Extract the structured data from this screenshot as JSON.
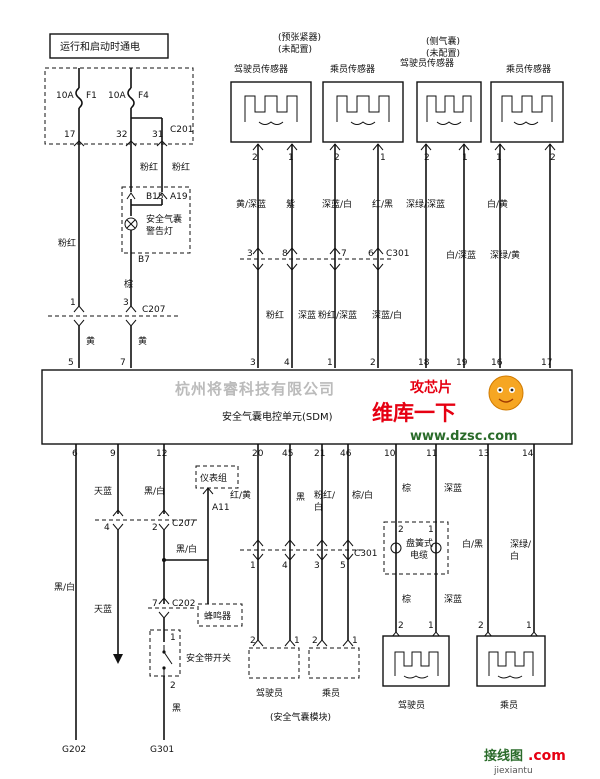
{
  "top_left": {
    "power_label": "运行和启动时通电",
    "fuse1_amp": "10A",
    "fuse1_name": "F1",
    "fuse2_amp": "10A",
    "fuse2_name": "F4",
    "pin17": "17",
    "pin32": "32",
    "pin31": "31",
    "conn_c201": "C201",
    "wire_pink_a": "粉红",
    "wire_pink_b": "粉红",
    "wire_pink_c": "粉红",
    "lamp_pin_b15": "B15",
    "lamp_pin_a19": "A19",
    "lamp_label_1": "安全气囊",
    "lamp_label_2": "警告灯",
    "lamp_pin_b7": "B7",
    "wire_brown": "棕",
    "c207_pin1": "1",
    "c207_pin3": "3",
    "conn_c207": "C207",
    "wire_yellow_a": "黄",
    "wire_yellow_b": "黄",
    "sdm_pin5": "5",
    "sdm_pin7": "7"
  },
  "sensors": {
    "pretensioner_1": "(预张紧器)",
    "pretensioner_2": "(未配置)",
    "sideair_1": "(侧气囊)",
    "sideair_2": "(未配置)",
    "s1": "驾驶员传感器",
    "s2": "乘员传感器",
    "s3": "驾驶员传感器",
    "s4": "乘员传感器",
    "pin_2": "2",
    "pin_1": "1",
    "w1": "黄/深蓝",
    "w2": "紫",
    "w3": "深蓝/白",
    "w4": "红/黑",
    "w5": "深绿/深蓝",
    "w6": "白/黄",
    "w7": "白/深蓝",
    "w8": "深绿/黄",
    "c301_p3": "3",
    "c301_p8": "8",
    "c301_p7": "7",
    "c301_p6": "6",
    "conn_c301": "C301",
    "l1": "粉红",
    "l2": "深蓝",
    "l3": "粉红/深蓝",
    "l4": "深蓝/白",
    "sdm_p3": "3",
    "sdm_p4": "4",
    "sdm_p1": "1",
    "sdm_p2": "2",
    "sdm_p18": "18",
    "sdm_p19": "19",
    "sdm_p16": "16",
    "sdm_p17": "17"
  },
  "sdm": {
    "label": "安全气囊电控单元(SDM)",
    "watermark": "杭州将睿科技有限公司",
    "logo_main": "维库一下",
    "logo_cn_small": "攻芯片",
    "logo_url": "www.dzsc.com"
  },
  "bottom_left": {
    "p6": "6",
    "p9": "9",
    "p12": "12",
    "wire_skyblue": "天蓝",
    "wire_blackwhite": "黑/白",
    "c207_p4": "4",
    "c207_p2": "2",
    "conn_c207": "C207",
    "wire_bw2": "黑/白",
    "wire_skyblue2": "天蓝",
    "wire_bw_left": "黑/白",
    "c202_p7": "7",
    "conn_c202": "C202",
    "cluster": "仪表组",
    "a11": "A11",
    "wire_redyellow": "红/黄",
    "buzzer": "蜂鸣器",
    "switch_p1": "1",
    "switch_p2": "2",
    "switch_label": "安全带开关",
    "wire_black": "黑",
    "g202": "G202",
    "g301": "G301"
  },
  "bottom_mid": {
    "p20": "20",
    "p45": "45",
    "p21": "21",
    "p46": "46",
    "w_ry": "红/黄",
    "w_black": "黑",
    "w_pw1": "粉红/",
    "w_pw2": "白",
    "w_bw": "棕/白",
    "c301_p1": "1",
    "c301_p4": "4",
    "c301_p3": "3",
    "c301_p5": "5",
    "conn_c301": "C301",
    "m_p2": "2",
    "m_p1": "1",
    "driver": "驾驶员",
    "passenger": "乘员",
    "module_group": "(安全气囊模块)"
  },
  "bottom_right": {
    "p10": "10",
    "p11": "11",
    "p13": "13",
    "p14": "14",
    "w_brown": "棕",
    "w_deepblue": "深蓝",
    "w_bwk": "白/黑",
    "w_dgw1": "深绿/",
    "w_dgw2": "白",
    "coil_p2": "2",
    "coil_p1": "1",
    "coil_l1": "盘簧式",
    "coil_l2": "电缆",
    "w_brown2": "棕",
    "w_deepblue2": "深蓝",
    "driver": "驾驶员",
    "passenger": "乘员"
  },
  "footer_logo": "接线图",
  "footer_url": "jiexiantu",
  "footer_com": ".com"
}
